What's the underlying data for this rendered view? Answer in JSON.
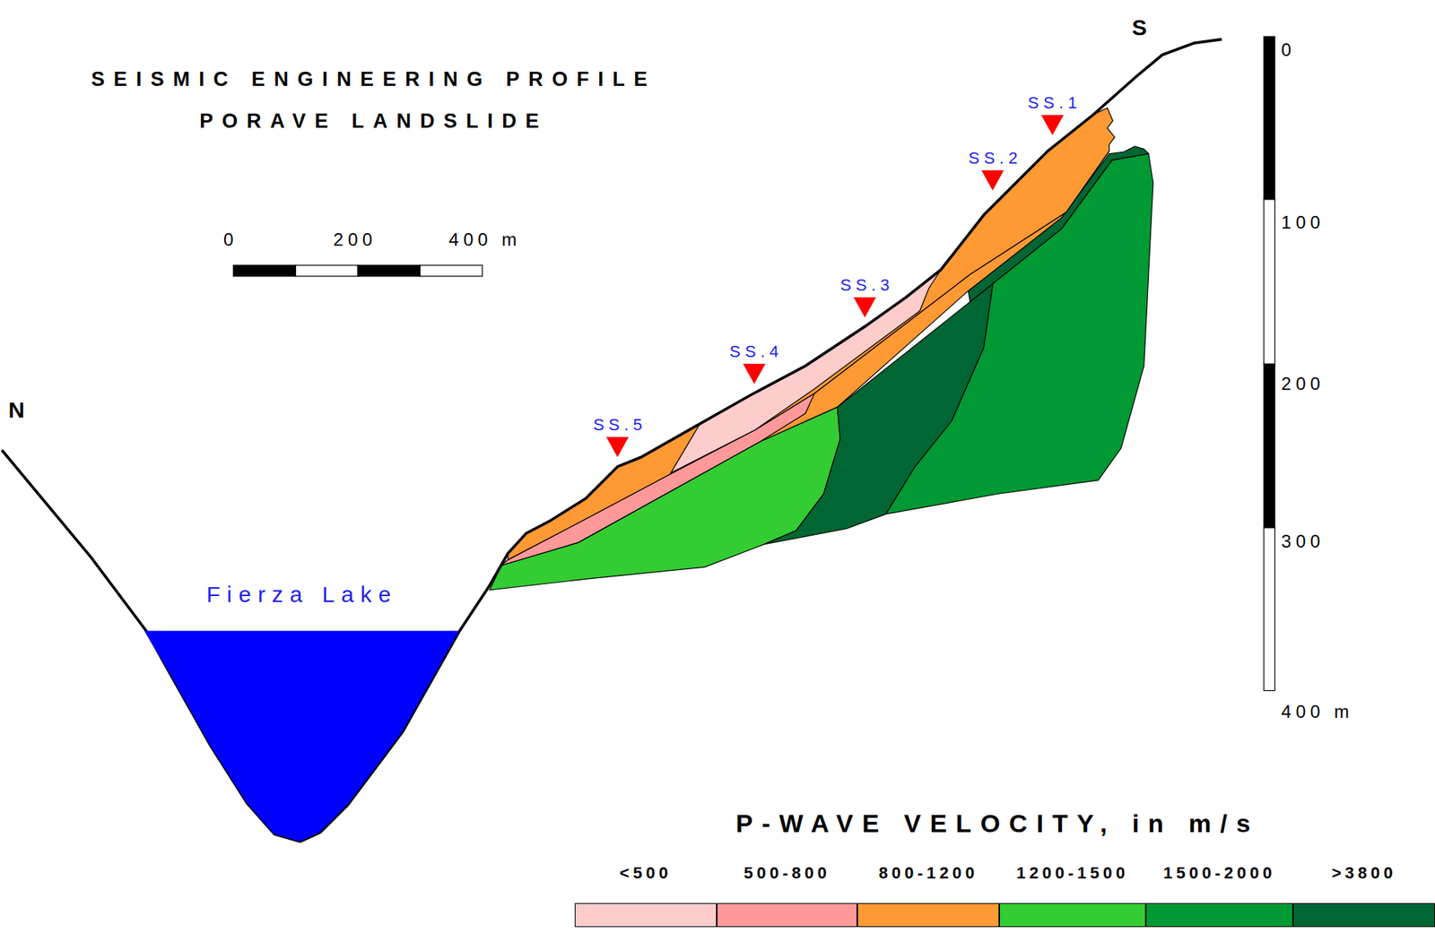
{
  "diagram": {
    "title": "SEISMIC ENGINEERING PROFILE PORAVE LANDSLIDE",
    "nodes": [
      {
        "text": [
          "SS.1"
        ]
      },
      {
        "text": [
          "SS.2"
        ]
      },
      {
        "text": [
          "SS.3"
        ]
      },
      {
        "text": [
          "SS.4"
        ]
      },
      {
        "text": [
          "SS.5"
        ]
      },
      {
        "text": [
          "Fierza Lake"
        ]
      }
    ],
    "labels": [
      "N",
      "S",
      "0",
      "200",
      "400 m",
      "0",
      "100",
      "200",
      "300",
      "400 m",
      "P-WAVE VELOCITY, in m/s"
    ],
    "legend": [
      {
        "text": "<500",
        "color": "#ffcccc"
      },
      {
        "text": "500-800",
        "color": "#ff9999"
      },
      {
        "text": "800-1200",
        "color": "#ff9933"
      },
      {
        "text": "1200-1500",
        "color": "#33cc33"
      },
      {
        "text": "1500-2000",
        "color": "#009933"
      },
      {
        "text": ">3800",
        "color": "#006633"
      }
    ]
  }
}
